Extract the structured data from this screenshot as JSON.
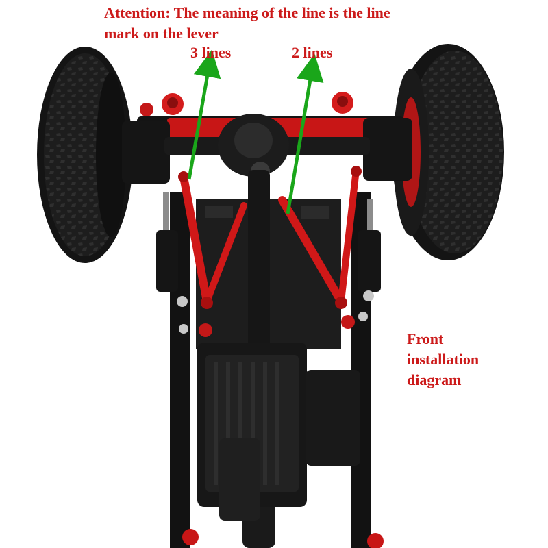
{
  "annotations": {
    "attention_line1": "Attention: The meaning of the line is the line",
    "attention_line2": "mark on the lever",
    "three_lines": "3 lines",
    "two_lines": "2 lines",
    "front_line1": "Front",
    "front_line2": "installation",
    "front_line3": "diagram"
  },
  "colors": {
    "annotation_text": "#cc1a1a",
    "arrow": "#1aa61a",
    "metal_red": "#d01818",
    "chassis_black": "#161616",
    "tire": "#1e1e1e",
    "background": "#ffffff"
  }
}
